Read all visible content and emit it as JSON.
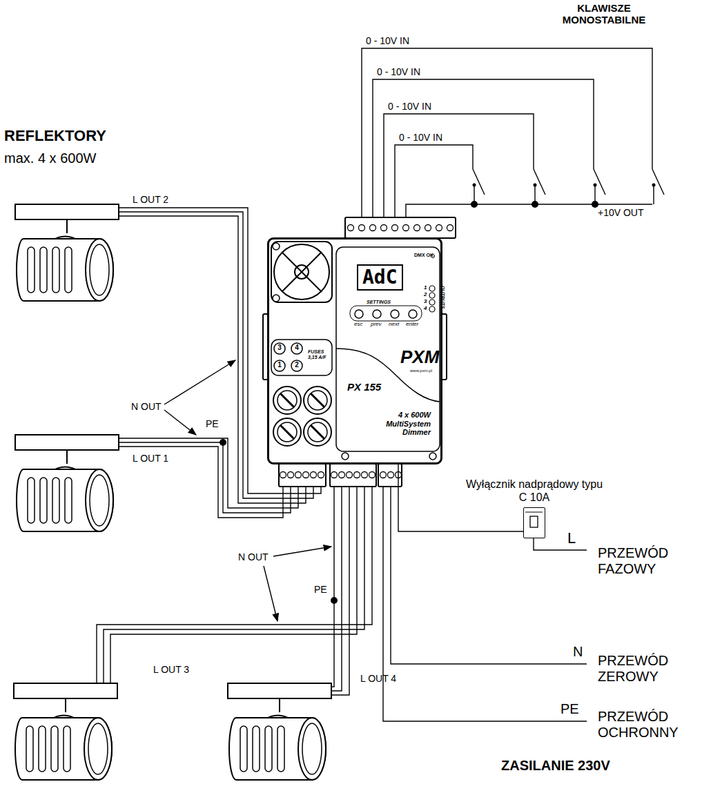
{
  "diagram": {
    "nodes": [
      {
        "text": [
          "PX 155",
          "4 x 600W MultiSystem Dimmer"
        ]
      },
      {
        "text": [
          "AdC"
        ],
        "in": 0
      },
      {
        "text": [
          "Wyłącznik nadprądowy typu C 10A"
        ]
      }
    ],
    "edges": [
      {
        "from": 0,
        "to": 2,
        "arrow": "none"
      }
    ],
    "labels": [
      "KLAWISZE MONOSTABILNE",
      "0 - 10V IN",
      "0 - 10V IN",
      "0 - 10V IN",
      "0 - 10V IN",
      "+10V OUT",
      "REFLEKTORY",
      "max. 4 x 600W",
      "L OUT 2",
      "N OUT",
      "PE",
      "L OUT 1",
      "N OUT",
      "PE",
      "L OUT 3",
      "L OUT 4",
      "L",
      "PRZEWÓD FAZOWY",
      "N",
      "PRZEWÓD ZEROWY",
      "PE",
      "PRZEWÓD OCHRONNY",
      "ZASILANIE 230V",
      "DMX OK",
      "SETTINGS",
      "esc",
      "prev",
      "next",
      "enter",
      "1",
      "2",
      "3",
      "4",
      "OUTPUTS",
      "3",
      "4",
      "1",
      "2",
      "FUSES 3,15 A/F",
      "PXM",
      "www.pxm.pl"
    ]
  }
}
